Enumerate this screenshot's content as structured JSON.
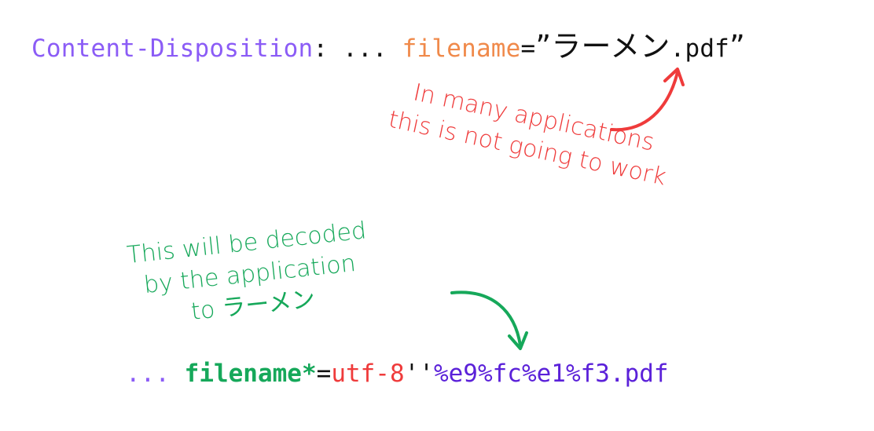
{
  "header": {
    "label": "Content-Disposition",
    "separator": ": ",
    "ellipsis": "... ",
    "param": "filename",
    "equals": "=",
    "quote_open": "”",
    "name_jp": "ラーメン",
    "ext": ".pdf",
    "quote_close": "”"
  },
  "red_note": {
    "line1": "In many applications",
    "line2": "this is not going to work"
  },
  "green_note": {
    "line1": "This will be decoded",
    "line2": "by the application",
    "line3": "to ラーメン"
  },
  "encoded": {
    "ellipsis": "... ",
    "param": "filename*",
    "equals": "=",
    "charset": "utf-8",
    "quotes": "''",
    "value": "%e9%fc%e1%f3.pdf"
  },
  "colors": {
    "purple": "#8b5cf6",
    "orange": "#f08a4b",
    "red": "#ef3b3b",
    "green": "#16a85a",
    "violet": "#5b21d9",
    "black": "#111111"
  }
}
